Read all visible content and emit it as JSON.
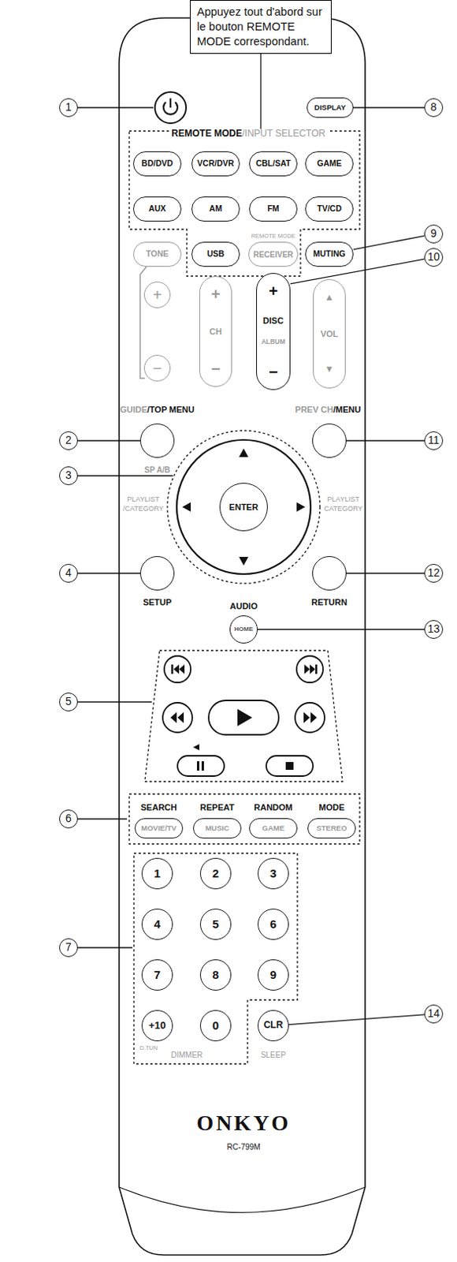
{
  "diagram": {
    "nodes": [
      {
        "text": [
          "Appuyez tout d'abord sur le bouton REMOTE MODE correspondant."
        ]
      },
      {
        "text": [
          "1"
        ]
      },
      {
        "text": [
          "8"
        ]
      },
      {
        "text": [
          "ONKYO",
          "RC-799M"
        ]
      },
      {
        "text": [
          "DISPLAY"
        ],
        "in": 3
      },
      {
        "text": [
          "BD/DVD"
        ],
        "in": 3
      },
      {
        "text": [
          "VCR/DVR"
        ],
        "in": 3
      },
      {
        "text": [
          "CBL/SAT"
        ],
        "in": 3
      },
      {
        "text": [
          "GAME"
        ],
        "in": 3
      },
      {
        "text": [
          "AUX"
        ],
        "in": 3
      },
      {
        "text": [
          "AM"
        ],
        "in": 3
      },
      {
        "text": [
          "FM"
        ],
        "in": 3
      },
      {
        "text": [
          "TV/CD"
        ],
        "in": 3
      },
      {
        "text": [
          "TONE"
        ],
        "in": 3
      },
      {
        "text": [
          "USB"
        ],
        "in": 3
      },
      {
        "text": [
          "RECEIVER"
        ],
        "in": 3
      },
      {
        "text": [
          "MUTING"
        ],
        "in": 3
      },
      {
        "text": [
          "9"
        ]
      },
      {
        "text": [
          "+"
        ],
        "in": 3
      },
      {
        "text": [
          "+",
          "CH",
          "−"
        ],
        "in": 3
      },
      {
        "text": [
          "+",
          "DISC",
          "ALBUM",
          "−"
        ],
        "in": 3
      },
      {
        "text": [
          "▲",
          "VOL",
          "▼"
        ],
        "in": 3
      },
      {
        "text": [
          "−"
        ],
        "in": 3
      },
      {
        "text": [
          "10"
        ]
      },
      {
        "text": [
          "GUIDE",
          "/TOP MENU",
          "SP A/B"
        ],
        "in": 3
      },
      {
        "text": [
          "PREV CH",
          "/MENU"
        ],
        "in": 3
      },
      {
        "text": [
          "2"
        ]
      },
      {
        "text": [
          "11"
        ]
      },
      {
        "text": [
          "ENTER"
        ],
        "in": 3
      },
      {
        "text": [
          "3"
        ]
      },
      {
        "text": [
          "SETUP"
        ],
        "in": 3
      },
      {
        "text": [
          "RETURN"
        ],
        "in": 3
      },
      {
        "text": [
          "4"
        ]
      },
      {
        "text": [
          "12"
        ]
      },
      {
        "text": [
          "AUDIO",
          "HOME"
        ],
        "in": 3
      },
      {
        "text": [
          "13"
        ]
      },
      {
        "text": [
          "5"
        ]
      },
      {
        "text": [
          "SEARCH",
          "MOVIE/TV"
        ],
        "in": 3
      },
      {
        "text": [
          "REPEAT",
          "MUSIC"
        ],
        "in": 3
      },
      {
        "text": [
          "RANDOM",
          "GAME"
        ],
        "in": 3
      },
      {
        "text": [
          "MODE",
          "STEREO"
        ],
        "in": 3
      },
      {
        "text": [
          "6"
        ]
      },
      {
        "text": [
          "1"
        ],
        "in": 3
      },
      {
        "text": [
          "2"
        ],
        "in": 3
      },
      {
        "text": [
          "3"
        ],
        "in": 3
      },
      {
        "text": [
          "4"
        ],
        "in": 3
      },
      {
        "text": [
          "5"
        ],
        "in": 3
      },
      {
        "text": [
          "6"
        ],
        "in": 3
      },
      {
        "text": [
          "7"
        ],
        "in": 3
      },
      {
        "text": [
          "8"
        ],
        "in": 3
      },
      {
        "text": [
          "9"
        ],
        "in": 3
      },
      {
        "text": [
          "+10"
        ],
        "in": 3
      },
      {
        "text": [
          "0"
        ],
        "in": 3
      },
      {
        "text": [
          "CLR"
        ],
        "in": 3
      },
      {
        "text": [
          "7"
        ]
      },
      {
        "text": [
          "14"
        ]
      }
    ],
    "edges": [
      {
        "from": 2,
        "to": 4,
        "arrow": "none"
      },
      {
        "from": 17,
        "to": 16,
        "arrow": "none"
      },
      {
        "from": 23,
        "to": 20,
        "arrow": "none"
      },
      {
        "from": 26,
        "to": 24,
        "arrow": "none"
      },
      {
        "from": 27,
        "to": 25,
        "arrow": "none"
      },
      {
        "from": 32,
        "to": 30,
        "arrow": "none"
      },
      {
        "from": 33,
        "to": 31,
        "arrow": "none"
      },
      {
        "from": 35,
        "to": 34,
        "arrow": "none"
      },
      {
        "from": 55,
        "to": 53,
        "arrow": "none"
      }
    ],
    "labels": [
      "REMOTE MODE",
      "/INPUT SELECTOR",
      "REMOTE MODE",
      "PLAYLIST",
      "/CATEGORY",
      "PLAYLIST",
      "CATEGORY",
      "D.TUN",
      "DIMMER",
      "SLEEP"
    ]
  }
}
